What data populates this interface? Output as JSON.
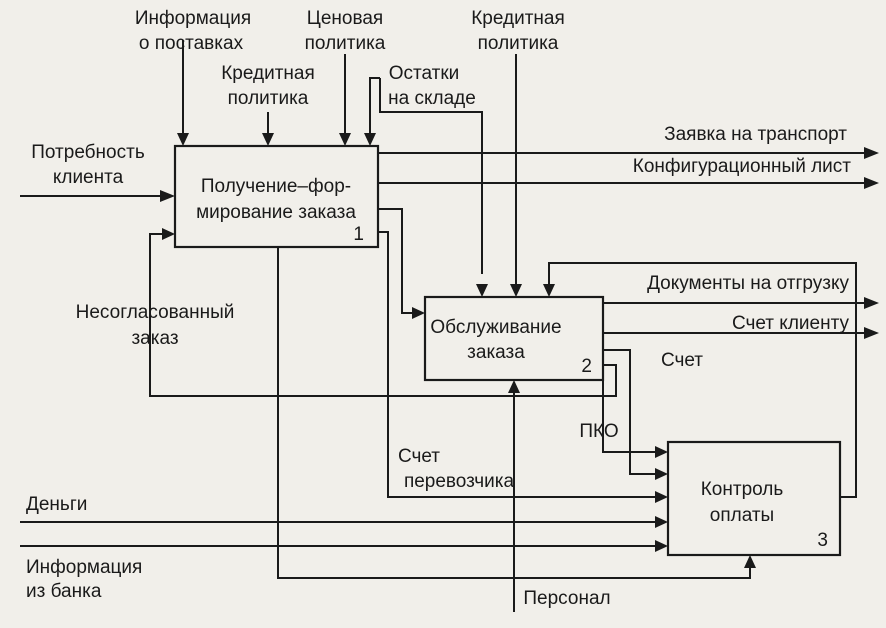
{
  "blocks": [
    {
      "line1": "Получение–фор-",
      "line2": "мирование заказа",
      "number": "1"
    },
    {
      "line1": "Обслуживание",
      "line2": "заказа",
      "number": "2"
    },
    {
      "line1": "Контроль",
      "line2": "оплаты",
      "number": "3"
    }
  ],
  "arrows": {
    "info_supplies": [
      "Информация",
      "о поставках"
    ],
    "price_policy": [
      "Ценовая",
      "политика"
    ],
    "credit_policy_1": [
      "Кредитная",
      "политика"
    ],
    "stock_levels": [
      "Остатки",
      "на складе"
    ],
    "credit_policy_2": [
      "Кредитная",
      "политика"
    ],
    "client_need": [
      "Потребность",
      "клиента"
    ],
    "transport_request": "Заявка на транспорт",
    "config_sheet": "Конфигурационный лист",
    "shipping_docs": "Документы на отгрузку",
    "client_invoice": "Счет клиенту",
    "invoice": "Счет",
    "unapproved_order": [
      "Несогласованный",
      "заказ"
    ],
    "pko": "ПКО",
    "carrier_invoice": [
      "Счет",
      "перевозчика"
    ],
    "money": "Деньги",
    "bank_info": [
      "Информация",
      "из банка"
    ],
    "personnel": "Персонал"
  }
}
